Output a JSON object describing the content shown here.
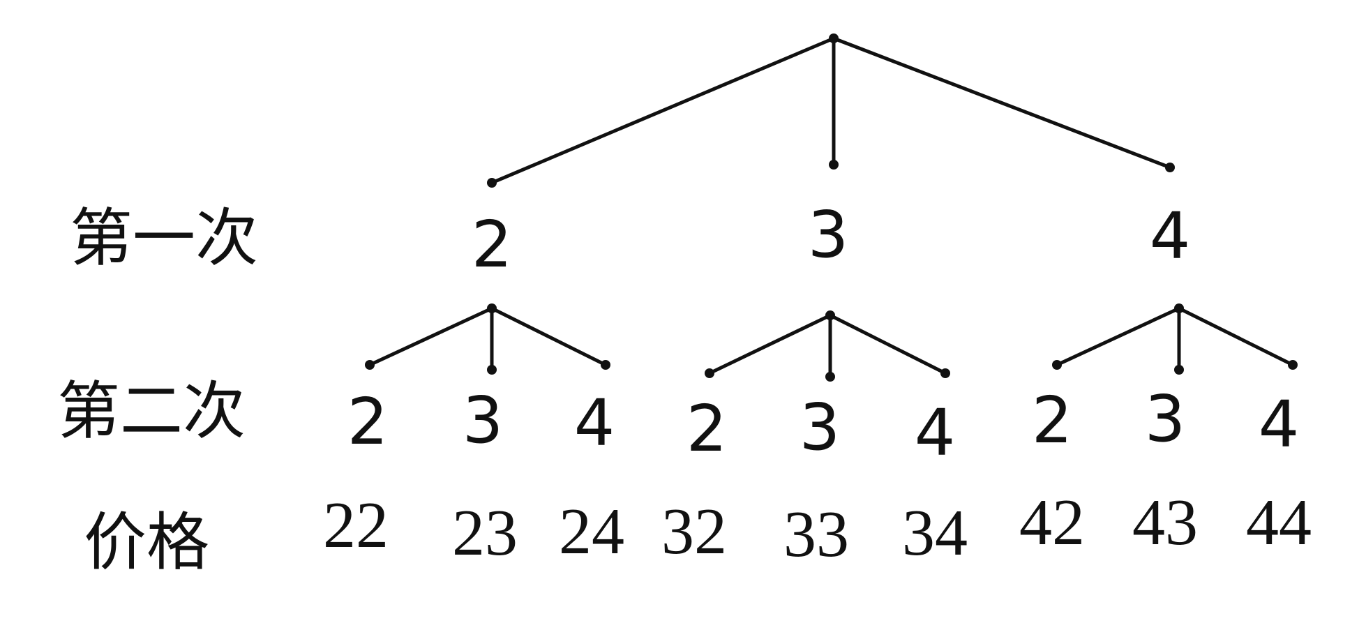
{
  "row_labels": {
    "first": "第一次",
    "second": "第二次",
    "price": "价格"
  },
  "first_level": [
    "2",
    "3",
    "4"
  ],
  "second_level": [
    [
      "2",
      "3",
      "4"
    ],
    [
      "2",
      "3",
      "4"
    ],
    [
      "2",
      "3",
      "4"
    ]
  ],
  "prices": [
    [
      "22",
      "23",
      "24"
    ],
    [
      "32",
      "33",
      "34"
    ],
    [
      "42",
      "43",
      "44"
    ]
  ]
}
